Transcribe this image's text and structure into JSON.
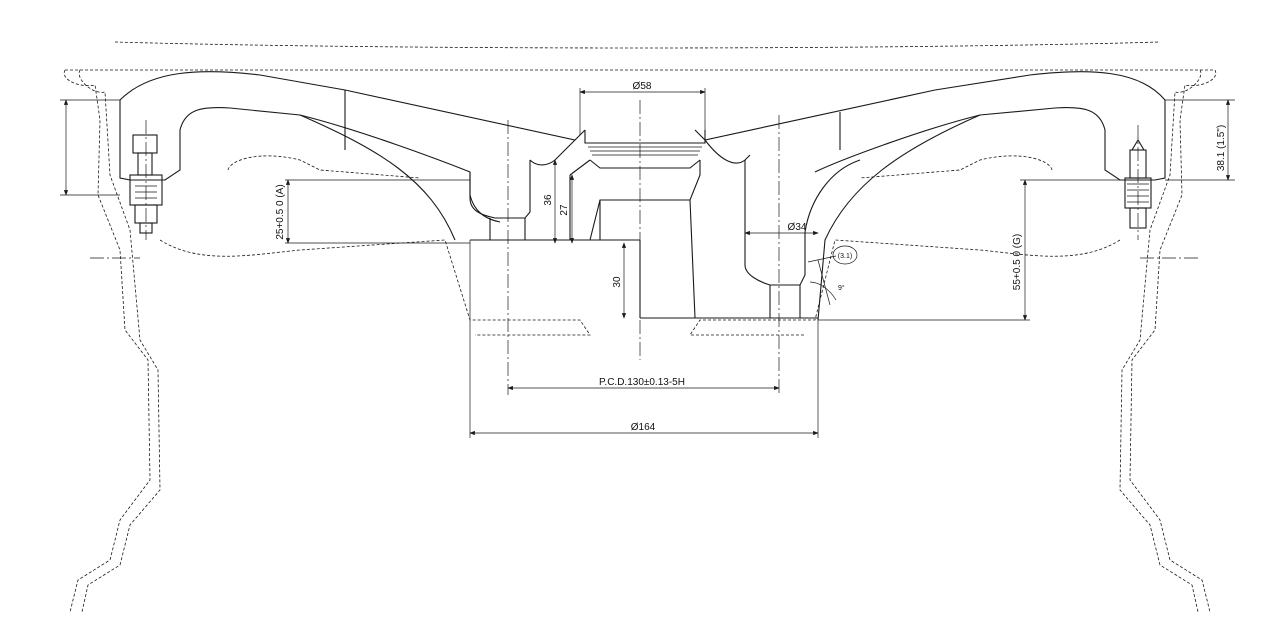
{
  "drawing": {
    "labels": {
      "bore_diameter": "Ø58",
      "hub_diameter": "Ø34",
      "pcd": "P.C.D.130±0.13-5H",
      "outer_diameter": "Ø164",
      "height_36": "36",
      "height_27": "27",
      "height_30": "30",
      "offset_a": "25+0.5 0 (A)",
      "offset_g": "55+0.5 0 (G)",
      "rim_height": "38.1 (1.5\")",
      "radius": "(3.1)",
      "angle": "9°"
    }
  }
}
